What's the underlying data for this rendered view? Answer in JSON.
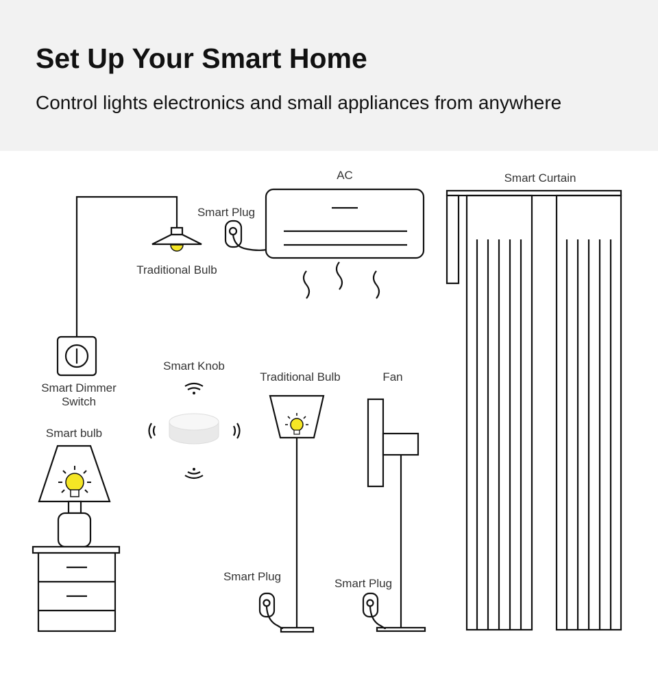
{
  "header": {
    "title": "Set Up Your Smart Home",
    "subtitle": "Control lights electronics and small appliances from anywhere"
  },
  "diagram": {
    "ac_label": "AC",
    "smart_plug_ac_label": "Smart Plug",
    "traditional_bulb_ceiling_label": "Traditional Bulb",
    "smart_curtain_label": "Smart Curtain",
    "smart_dimmer_label_line1": "Smart Dimmer",
    "smart_dimmer_label_line2": "Switch",
    "smart_knob_label": "Smart Knob",
    "traditional_bulb_floor_label": "Traditional Bulb",
    "fan_label": "Fan",
    "smart_bulb_label": "Smart bulb",
    "smart_plug_lamp_label": "Smart Plug",
    "smart_plug_fan_label": "Smart Plug"
  },
  "colors": {
    "header_bg": "#f2f2f2",
    "bulb_yellow": "#f5e625",
    "line": "#111111"
  }
}
